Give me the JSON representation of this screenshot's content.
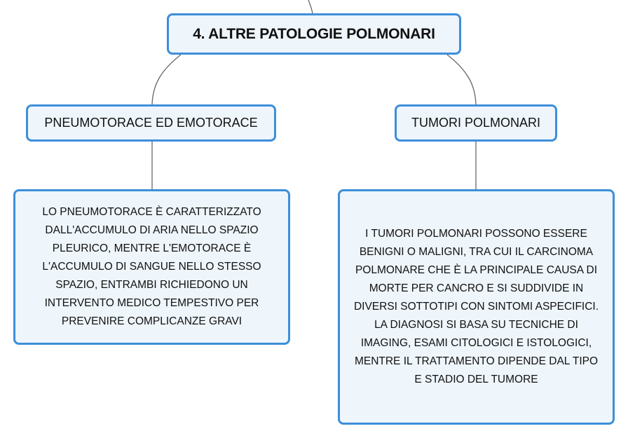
{
  "map": {
    "root": {
      "title": "4. ALTRE PATOLOGIE POLMONARI"
    },
    "left": {
      "title": "PNEUMOTORACE ED EMOTORACE",
      "description": "LO PNEUMOTORACE È CARATTERIZZATO DALL'ACCUMULO DI ARIA NELLO SPAZIO PLEURICO, MENTRE L'EMOTORACE È L'ACCUMULO DI SANGUE NELLO STESSO SPAZIO, ENTRAMBI RICHIEDONO UN INTERVENTO MEDICO TEMPESTIVO PER PREVENIRE COMPLICANZE GRAVI"
    },
    "right": {
      "title": "TUMORI POLMONARI",
      "description": "I TUMORI POLMONARI POSSONO ESSERE BENIGNI O MALIGNI, TRA CUI IL CARCINOMA POLMONARE CHE È LA PRINCIPALE CAUSA DI MORTE PER CANCRO E SI SUDDIVIDE IN DIVERSI SOTTOTIPI CON SINTOMI ASPECIFICI. LA DIAGNOSI SI BASA SU TECNICHE DI IMAGING, ESAMI CITOLOGICI E ISTOLOGICI, MENTRE IL TRATTAMENTO DIPENDE DAL TIPO E STADIO DEL TUMORE"
    }
  },
  "colors": {
    "node_border": "#3d8fd9",
    "node_fill": "#eef5fb",
    "connector": "#666666"
  }
}
